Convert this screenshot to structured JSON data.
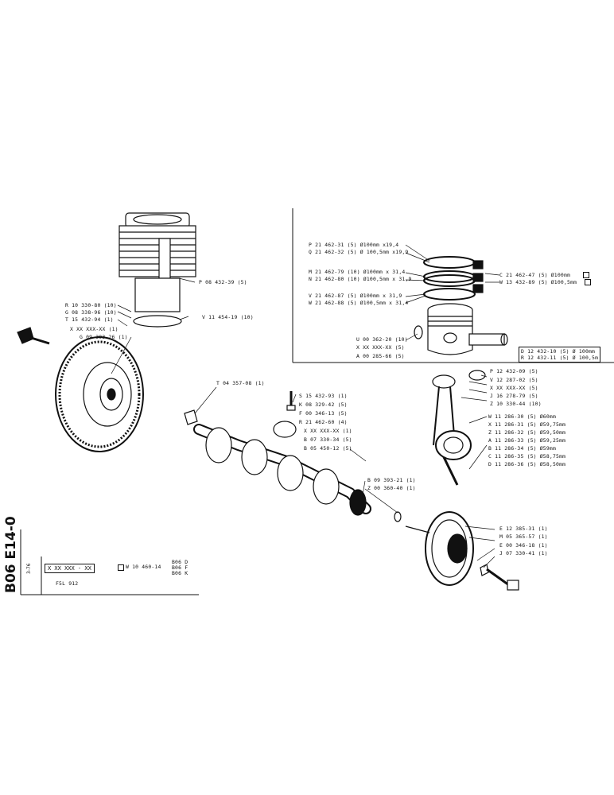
{
  "sheet": {
    "side_code": "B06 E14-0",
    "side_small": "3-76",
    "box_code": "X XX XXX - XX",
    "bottom_ref": "W 10 460-14",
    "variants": [
      "B06 D",
      "B06 F",
      "B06 K"
    ],
    "engine": "F5L 912"
  },
  "labels": {
    "cyl_head_left": [
      "R 10 330-80 (10)",
      "G 08 338-96 (10)",
      "T 15 432-94 (1)",
      "X XX XXX-XX (1)",
      "G 09 393-26 (1)"
    ],
    "cylinder": "P 08 432-39 (5)",
    "gasket": "V 11 454-19 (10)",
    "piston_rings": [
      "P 21 462-31 (5) Ø100mm x19,4",
      "Q 21 462-32 (5) Ø 100,5mm x19,9",
      "M 21 462-79 (10) Ø100mm x 31,4",
      "N 21 462-80 (10) Ø100,5mm x 31,9",
      "V 21 462-87 (5) Ø100mm x 31,9",
      "W 21 462-88 (5) Ø100,5mm x 31,4"
    ],
    "ring_right": [
      "C 21 462-47 (5) Ø100mm",
      "W 13 432-89 (5) Ø100,5mm"
    ],
    "piston_parts": [
      "U 00 362-20 (10)",
      "X XX XXX-XX (5)",
      "A 00 285-66 (5)"
    ],
    "piston_right": [
      "D 12 432-10 (5) Ø 100mm",
      "R 12 432-11 (5) Ø 100,5m"
    ],
    "pin": "T 04 357-08 (1)",
    "crank_mid": [
      "S 15 432-93 (1)",
      "K 08 329-42 (5)",
      "F 00 346-13 (5)",
      "R 21 462-60 (4)",
      "X XX XXX-XX (1)",
      "B 07 330-34 (5)",
      "B 05 450-12 (5)"
    ],
    "crank_low": [
      "B 09 393-21 (1)",
      "Z 00 360-40 (1)"
    ],
    "rod_top": [
      "P 12 432-09 (5)",
      "V 12 287-02 (5)",
      "X XX XXX-XX (5)",
      "J 16 278-79 (5)",
      "Z 10 330-44 (10)"
    ],
    "bearings": [
      "W 11 286-30 (5) Ø60mm",
      "X 11 286-31 (5) Ø59,75mm",
      "Z 11 286-32 (5) Ø59,50mm",
      "A 11 286-33 (5) Ø59,25mm",
      "B 11 286-34 (5) Ø59mm",
      "C 11 286-35 (5) Ø58,75mm",
      "D 11 286-36 (5) Ø58,50mm"
    ],
    "pulley": [
      "E 12 385-31 (1)",
      "M 05 365-57 (1)",
      "E 00 346-18 (1)",
      "J 07 330-41 (1)"
    ]
  },
  "colors": {
    "ink": "#111111",
    "paper": "#ffffff"
  }
}
